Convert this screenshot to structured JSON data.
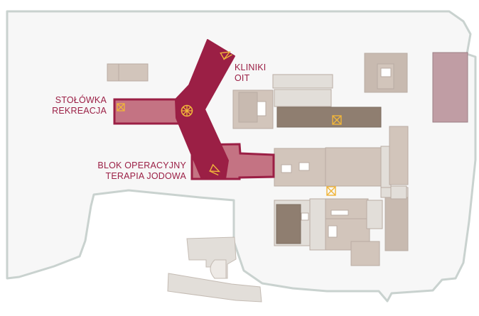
{
  "colors": {
    "grounds_fill": "#f7f7f7",
    "grounds_stroke": "#c9d2cf",
    "building_light": "#d2c5bb",
    "building_medium": "#c8bab0",
    "building_dark": "#8f7e70",
    "building_outline": "#b9aca3",
    "building_pale": "#e2ded9",
    "ward_highlight": "#9b1f45",
    "ward_highlight_fill": "#c47383",
    "isolated_building": "#c09da4",
    "icon_color": "#f0b53a",
    "label_color": "#9b1f45"
  },
  "labels": {
    "stolowka": {
      "line1": "STOŁÓWKA",
      "line2": "REKREACJA"
    },
    "kliniki": {
      "line1": "KLINIKI",
      "line2": "OIT"
    },
    "blok": {
      "line1": "BLOK OPERACYJNY",
      "line2": "TERAPIA JODOWA"
    }
  },
  "icons": {
    "entrance": "entrance-icon",
    "elevator": "elevator-icon",
    "central_hub": "central-hub-icon"
  }
}
